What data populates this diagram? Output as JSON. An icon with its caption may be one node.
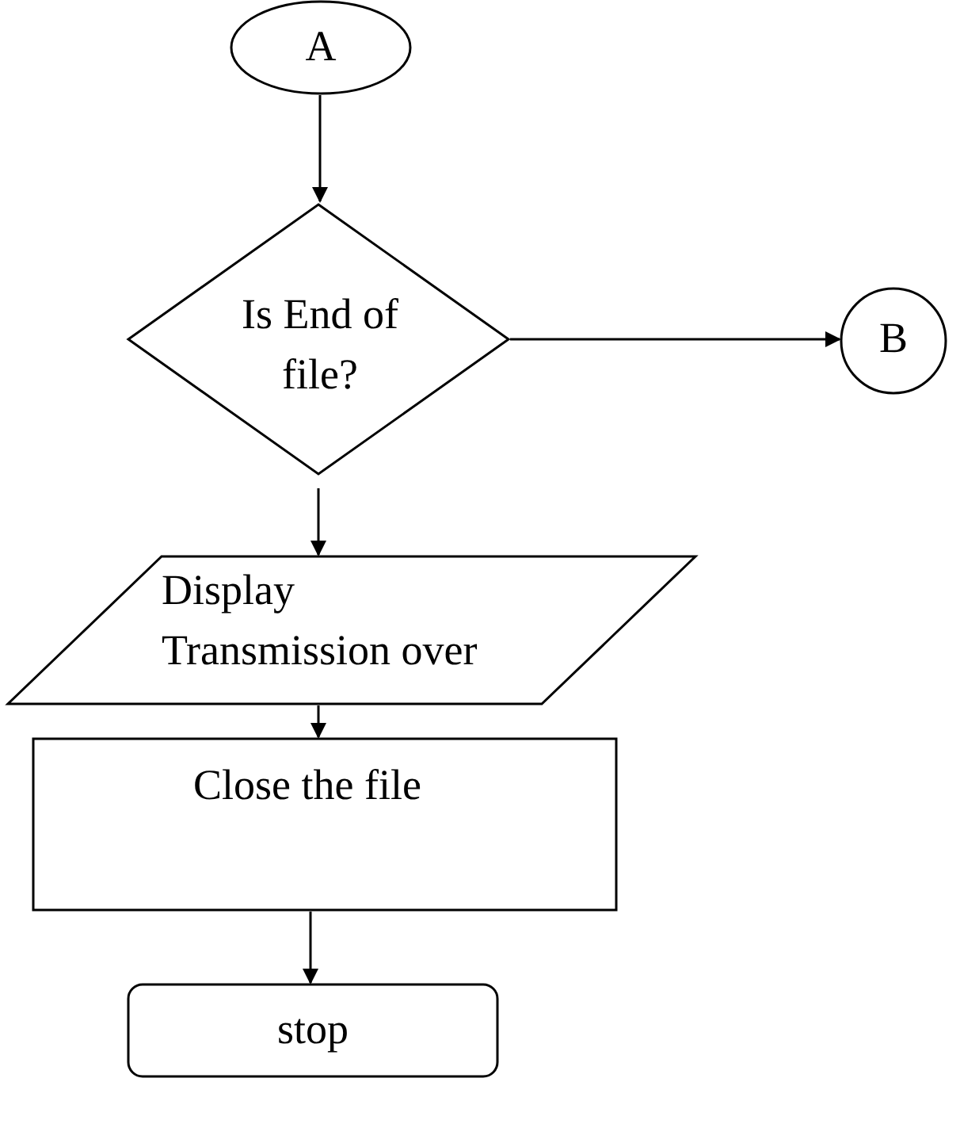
{
  "diagram": {
    "nodes": [
      {
        "text": [
          "A"
        ]
      },
      {
        "text": [
          "Is End of file?"
        ]
      },
      {
        "text": [
          "B"
        ]
      },
      {
        "text": [
          "Display Transmission over"
        ]
      },
      {
        "text": [
          "Close the file"
        ]
      },
      {
        "text": [
          "stop"
        ]
      }
    ],
    "edges": [
      {
        "from": 0,
        "to": 1,
        "arrow": "to"
      },
      {
        "from": 1,
        "to": 2,
        "arrow": "to"
      },
      {
        "from": 1,
        "to": 3,
        "arrow": "to"
      },
      {
        "from": 3,
        "to": 4,
        "arrow": "to"
      },
      {
        "from": 4,
        "to": 5,
        "arrow": "to"
      }
    ]
  }
}
